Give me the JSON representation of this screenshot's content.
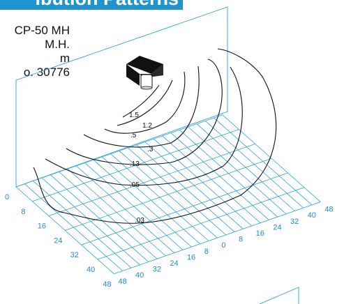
{
  "header": {
    "title": "ibution Patterns",
    "accent_color": "#1f95d0"
  },
  "fixture_info": {
    "lines": [
      "CP-50 MH",
      "M.H.",
      "m",
      "o. 30776"
    ]
  },
  "diagram": {
    "grid_color": "#2aa3dc",
    "contour_color": "#111111",
    "left_axis_ticks": [
      "0",
      "8",
      "16",
      "24",
      "32",
      "40",
      "48"
    ],
    "front_axis_ticks": [
      "48",
      "40",
      "32",
      "24",
      "16",
      "8",
      "0",
      "8",
      "16",
      "24",
      "32",
      "40",
      "48"
    ],
    "isolines": [
      {
        "label": "1.5"
      },
      {
        "label": "1.2"
      },
      {
        "label": ".5"
      },
      {
        "label": ".3"
      },
      {
        "label": ".13"
      },
      {
        "label": ".05"
      },
      {
        "label": ".03"
      }
    ],
    "fixture_icon": "luminaire-icon"
  }
}
